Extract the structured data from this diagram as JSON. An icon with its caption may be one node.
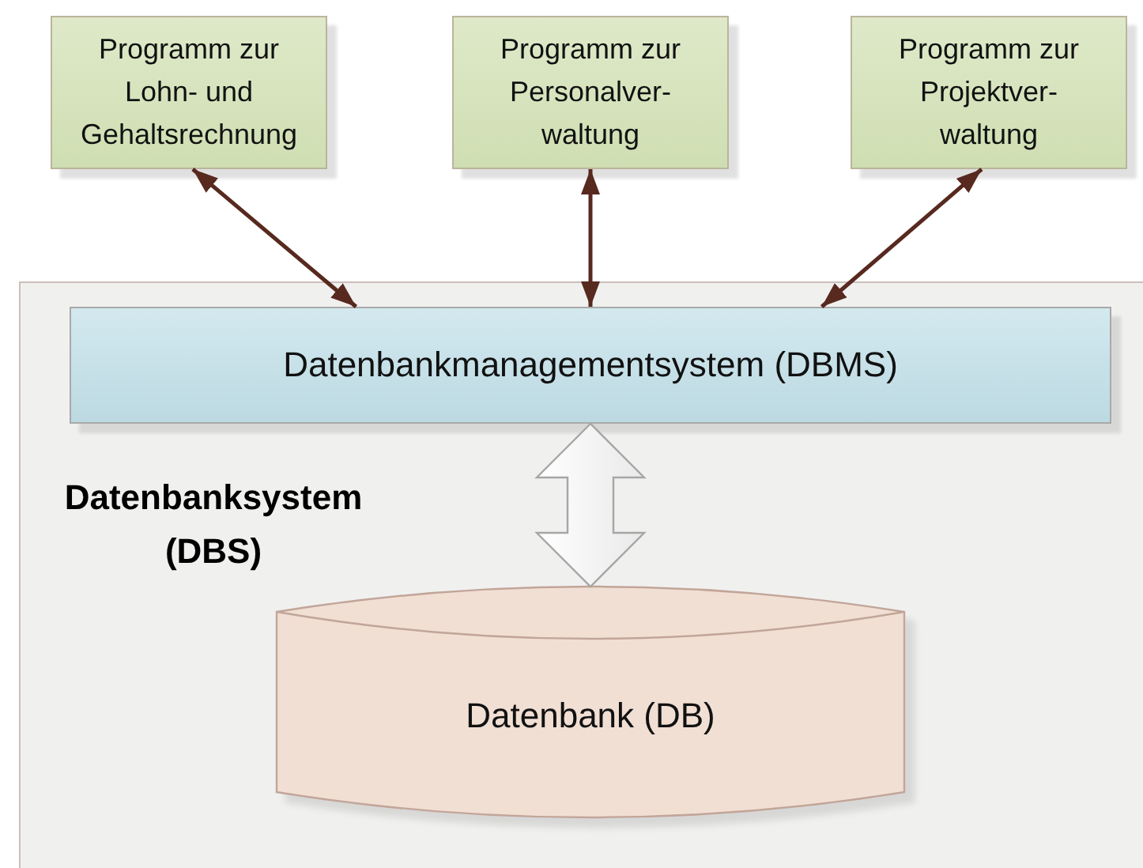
{
  "diagram": {
    "nodes": [
      {
        "text": [
          "Programm zur Lohn- und Gehaltsrechnung"
        ]
      },
      {
        "text": [
          "Programm zur Personalver- waltung"
        ]
      },
      {
        "text": [
          "Programm zur Projektver- waltung"
        ]
      },
      {
        "text": [
          "Datenbanksystem (DBS)"
        ]
      },
      {
        "text": [
          "Datenbankmanagementsystem (DBMS)"
        ],
        "in": 3
      },
      {
        "text": [
          "Datenbank (DB)"
        ],
        "in": 3
      }
    ],
    "edges": [
      {
        "from": 0,
        "to": 4,
        "arrow": "both"
      },
      {
        "from": 1,
        "to": 4,
        "arrow": "both"
      },
      {
        "from": 2,
        "to": 4,
        "arrow": "both"
      },
      {
        "from": 4,
        "to": 5,
        "arrow": "both",
        "style": "thick",
        "color": "#a6a6a6"
      }
    ]
  }
}
